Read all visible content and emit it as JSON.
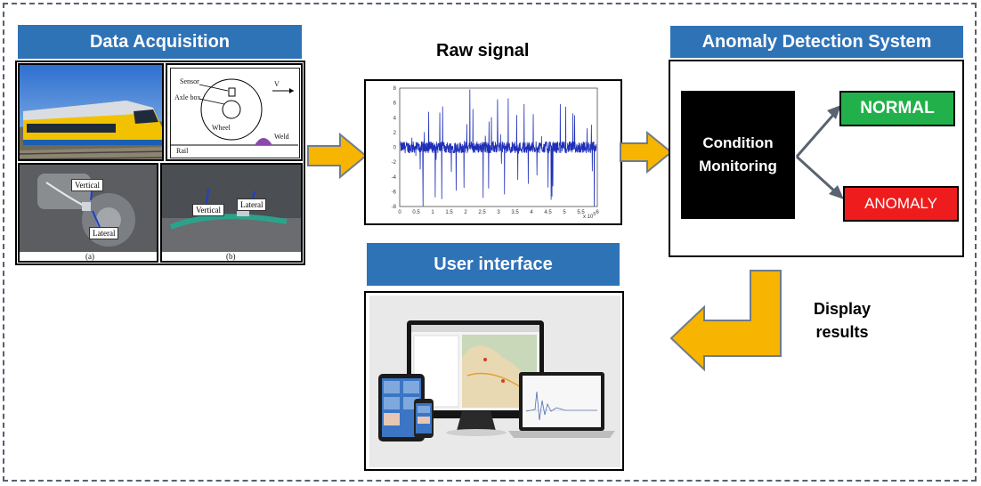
{
  "data_acquisition": {
    "title": "Data Acquisition",
    "sensor_diagram": {
      "sensor": "Sensor",
      "axle_box": "Axle box",
      "wheel": "Wheel",
      "v": "V",
      "weld": "Weld",
      "rail": "Rail"
    },
    "photo_a": {
      "vertical": "Vertical",
      "lateral": "Lateral",
      "caption": "(a)"
    },
    "photo_b": {
      "vertical": "Vertical",
      "lateral": "Lateral",
      "caption": "(b)"
    }
  },
  "raw_signal": {
    "title": "Raw signal",
    "y_ticks": [
      "8",
      "6",
      "4",
      "2",
      "0",
      "-2",
      "-4",
      "-6",
      "-8"
    ],
    "x_ticks": [
      "0",
      "0.5",
      "1",
      "1.5",
      "2",
      "2.5",
      "3",
      "3.5",
      "4",
      "4.5",
      "5",
      "5.5",
      "6"
    ],
    "x_exponent": "x 10",
    "x_exponent_power": "5",
    "signal_color": "#1f2fb8"
  },
  "anomaly_detection": {
    "title": "Anomaly Detection System",
    "condition_monitoring_line1": "Condition",
    "condition_monitoring_line2": "Monitoring",
    "normal_label": "NORMAL",
    "anomaly_label": "ANOMALY",
    "normal_color": "#22b04a",
    "anomaly_color": "#ee1c1c"
  },
  "user_interface": {
    "title": "User interface"
  },
  "display_results": {
    "line1": "Display",
    "line2": "results"
  },
  "colors": {
    "banner": "#2f73b7",
    "arrow": "#f7b400",
    "arrow_edge": "#6f7c8a"
  }
}
